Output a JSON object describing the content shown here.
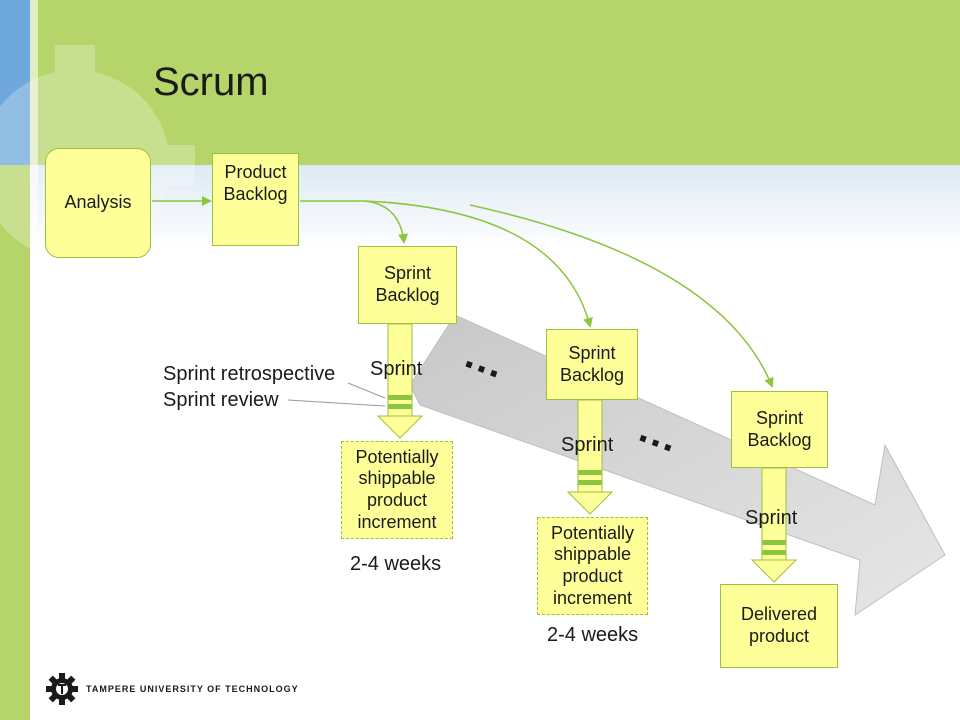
{
  "slide": {
    "title": "Scrum",
    "footer": "TAMPERE UNIVERSITY OF TECHNOLOGY"
  },
  "nodes": {
    "analysis": "Analysis",
    "product_backlog": "Product\nBacklog",
    "sprint_backlog_1": "Sprint\nBacklog",
    "sprint_backlog_2": "Sprint\nBacklog",
    "sprint_backlog_3": "Sprint\nBacklog",
    "increment_1": "Potentially\nshippable\nproduct\nincrement",
    "increment_2": "Potentially\nshippable\nproduct\nincrement",
    "delivered": "Delivered\nproduct"
  },
  "labels": {
    "retrospective": "Sprint retrospective",
    "review": "Sprint review",
    "sprint_1": "Sprint",
    "sprint_2": "Sprint",
    "sprint_3": "Sprint",
    "duration_1": "2-4 weeks",
    "duration_2": "2-4 weeks",
    "ellipsis_1": "...",
    "ellipsis_2": "..."
  },
  "colors": {
    "header_green": "#b5d56a",
    "sticky_yellow": "#ffff99",
    "accent_green": "#9bc23c",
    "left_bar_blue": "#6fa8dc",
    "big_arrow_gray": "#d9d9d9"
  },
  "icons": {
    "logo": "tut-gear-logo",
    "gear_background": "gear-watermark"
  }
}
